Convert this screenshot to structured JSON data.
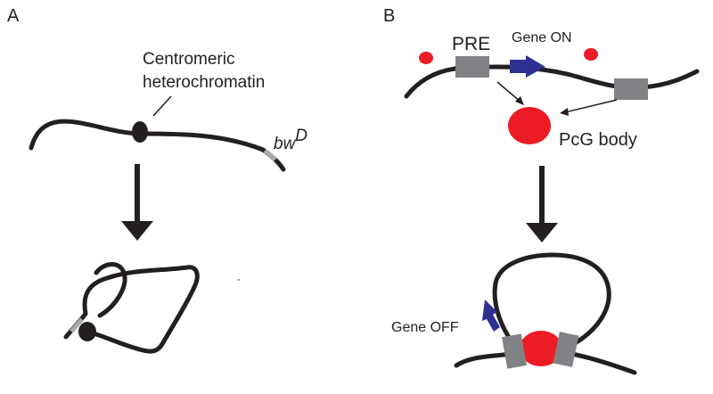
{
  "panel_a": {
    "letter": "A",
    "label_line1": "Centromeric",
    "label_line2": "heterochromatin",
    "allele_base": "bw",
    "allele_sup": "D"
  },
  "panel_b": {
    "letter": "B",
    "pre_label": "PRE",
    "gene_on_label": "Gene ON",
    "pcg_body_label": "PcG body",
    "gene_off_label": "Gene OFF"
  },
  "colors": {
    "chromatin": "#231f20",
    "pcg_red": "#ed1c24",
    "pre_gray": "#808285",
    "gene_blue": "#2e3192",
    "bw_gray": "#a7a9ac"
  }
}
